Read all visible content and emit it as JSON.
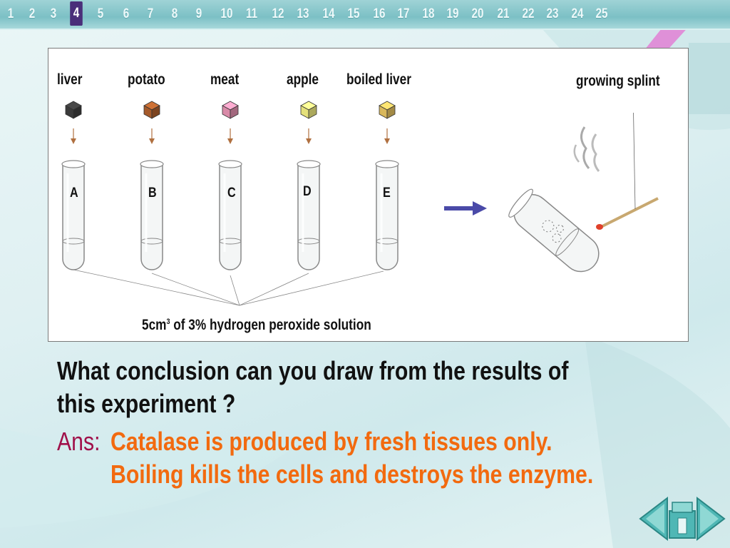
{
  "slide_nav": {
    "numbers": [
      "1",
      "2",
      "3",
      "4",
      "5",
      "6",
      "7",
      "8",
      "9",
      "10",
      "11",
      "12",
      "13",
      "14",
      "15",
      "16",
      "17",
      "18",
      "19",
      "20",
      "21",
      "22",
      "23",
      "24",
      "25"
    ],
    "current": "4"
  },
  "diagram": {
    "samples": [
      "liver",
      "potato",
      "meat",
      "apple",
      "boiled liver"
    ],
    "tube_letters": [
      "A",
      "B",
      "C",
      "D",
      "E"
    ],
    "splint_label": "growing splint",
    "solution_prefix": "5cm",
    "solution_superscript": "3",
    "solution_suffix": " of 3% hydrogen peroxide solution",
    "colors": {
      "liver_cube": "#3a3a3a",
      "potato_cube": "#a55a2a",
      "meat_cube": "#d98aa8",
      "apple_cube": "#e4e07a",
      "boiled_liver_cube": "#d9b85c",
      "arrow_blue": "#4a4aa8"
    }
  },
  "question": "What conclusion can you draw from the results of this experiment ?",
  "answer": {
    "prefix": "Ans:",
    "line1": "Catalase is produced by fresh tissues only.",
    "line2": "Boiling kills the cells and destroys the enzyme."
  },
  "nav_buttons": [
    "prev-icon",
    "home-icon",
    "next-icon"
  ]
}
